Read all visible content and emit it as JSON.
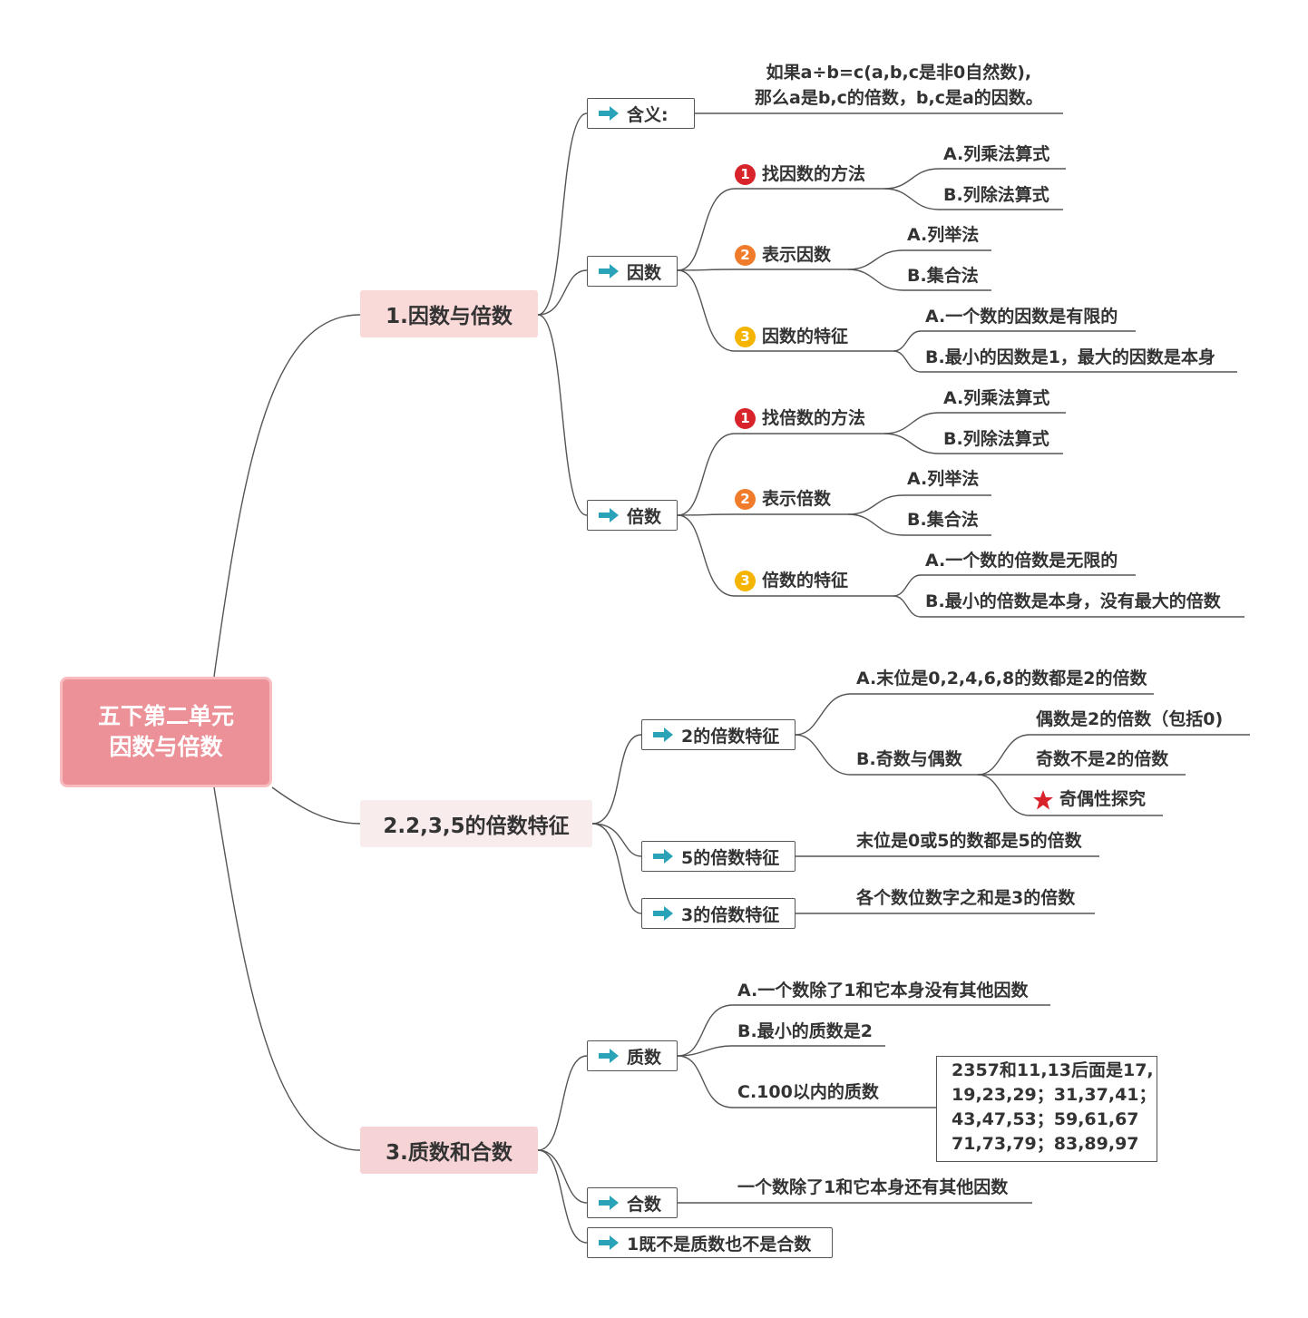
{
  "root": {
    "line1": "五下第二单元",
    "line2": "因数与倍数"
  },
  "sections": {
    "s1": "1.因数与倍数",
    "s2": "2.2,3,5的倍数特征",
    "s3": "3.质数和合数"
  },
  "s1": {
    "meaning_label": "含义:",
    "meaning_text_1": "如果a÷b=c(a,b,c是非0自然数),",
    "meaning_text_2": "那么a是b,c的倍数，b,c是a的因数。",
    "factor_label": "因数",
    "factor_items": [
      {
        "num": "1",
        "label": "找因数的方法",
        "subs": [
          "A.列乘法算式",
          "B.列除法算式"
        ]
      },
      {
        "num": "2",
        "label": "表示因数",
        "subs": [
          "A.列举法",
          "B.集合法"
        ]
      },
      {
        "num": "3",
        "label": "因数的特征",
        "subs": [
          "A.一个数的因数是有限的",
          "B.最小的因数是1，最大的因数是本身"
        ]
      }
    ],
    "multiple_label": "倍数",
    "multiple_items": [
      {
        "num": "1",
        "label": "找倍数的方法",
        "subs": [
          "A.列乘法算式",
          "B.列除法算式"
        ]
      },
      {
        "num": "2",
        "label": "表示倍数",
        "subs": [
          "A.列举法",
          "B.集合法"
        ]
      },
      {
        "num": "3",
        "label": "倍数的特征",
        "subs": [
          "A.一个数的倍数是无限的",
          "B.最小的倍数是本身，没有最大的倍数"
        ]
      }
    ]
  },
  "s2": {
    "two_label": "2的倍数特征",
    "two_a": "A.末位是0,2,4,6,8的数都是2的倍数",
    "two_b": "B.奇数与偶数",
    "two_b_subs": [
      "偶数是2的倍数（包括0)",
      "奇数不是2的倍数",
      "奇偶性探究"
    ],
    "five_label": "5的倍数特征",
    "five_text": "末位是0或5的数都是5的倍数",
    "three_label": "3的倍数特征",
    "three_text": "各个数位数字之和是3的倍数"
  },
  "s3": {
    "prime_label": "质数",
    "prime_a": "A.一个数除了1和它本身没有其他因数",
    "prime_b": "B.最小的质数是2",
    "prime_c": "C.100以内的质数",
    "prime_list": [
      "2357和11,13后面是17,",
      "19,23,29；31,37,41；",
      "43,47,53；59,61,67",
      "71,73,79；83,89,97"
    ],
    "composite_label": "合数",
    "composite_text": "一个数除了1和它本身还有其他因数",
    "one_label": "1既不是质数也不是合数"
  },
  "colors": {
    "root": "#ec9198",
    "arrow": "#2aa3b8",
    "badge1": "#d8232a",
    "badge2": "#f07b2b",
    "badge3": "#f4b400",
    "star": "#d8232a"
  }
}
